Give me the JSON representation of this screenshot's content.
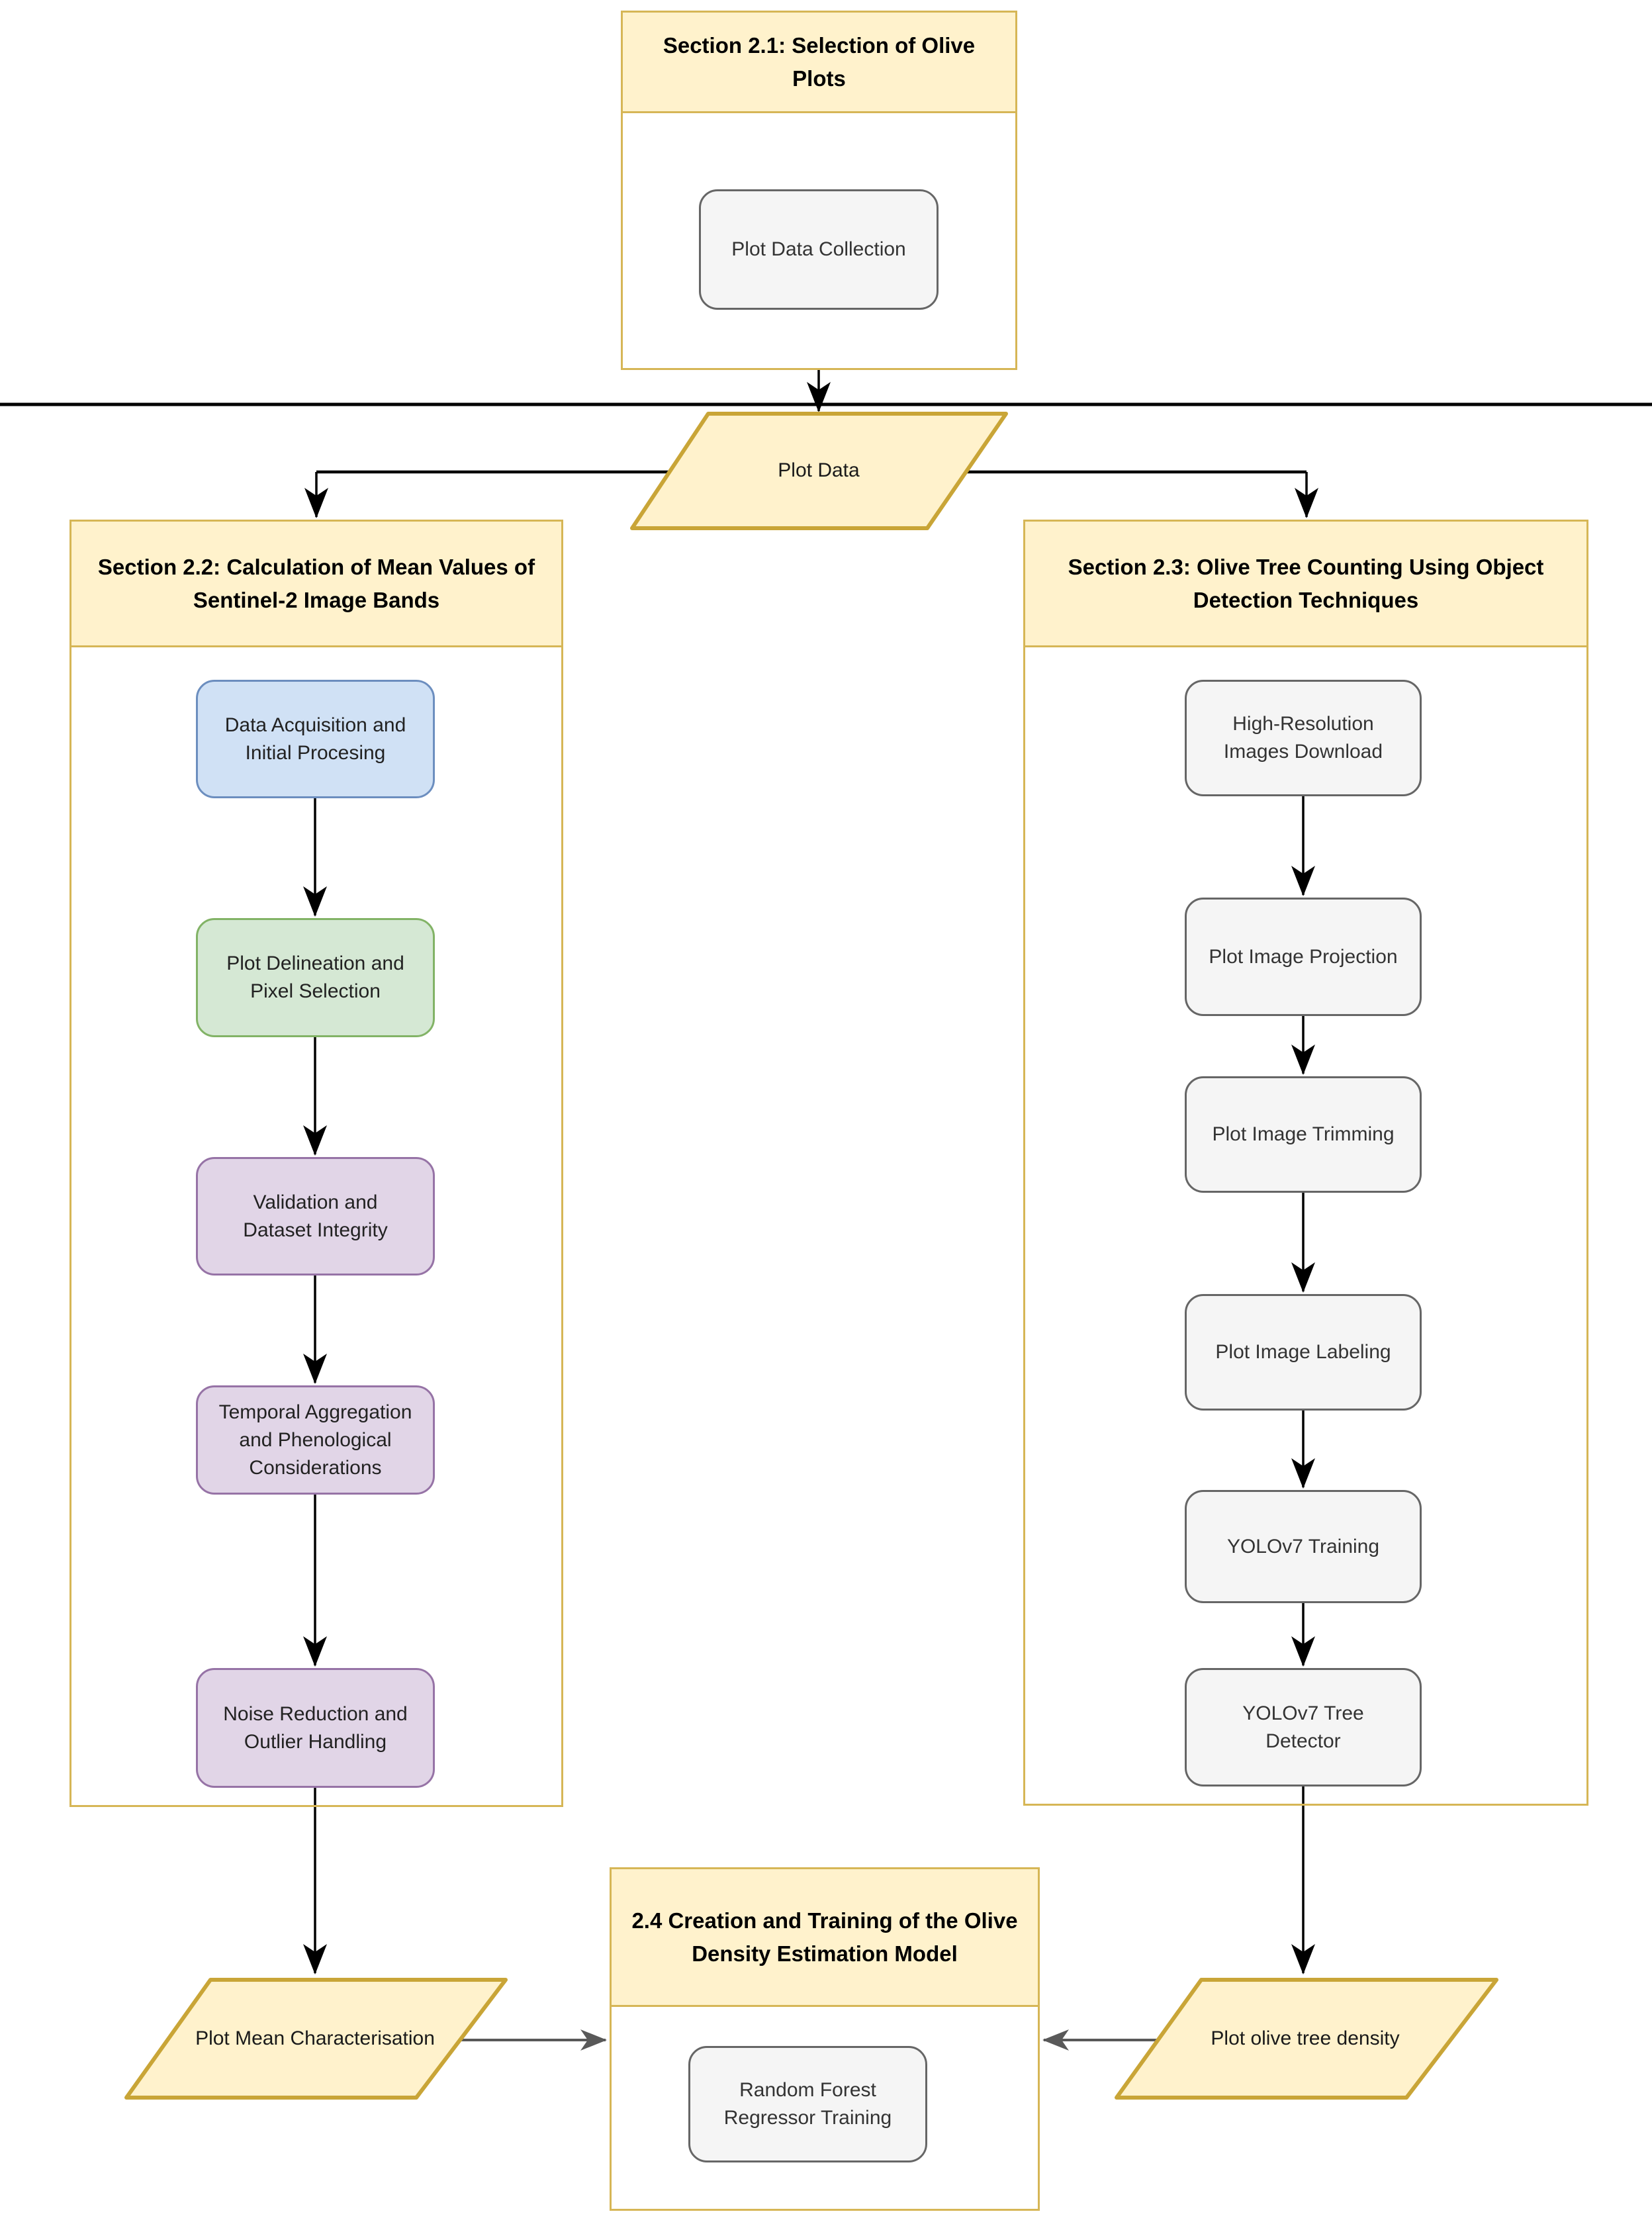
{
  "colors": {
    "yellow_fill": "#FFF2CC",
    "yellow_stroke": "#D6B656",
    "gold_stroke": "#C9A537",
    "gray_fill": "#F5F5F5",
    "gray_stroke": "#666666",
    "blue_fill": "#D0E1F5",
    "blue_stroke": "#6C8EBF",
    "green_fill": "#D5E8D4",
    "green_stroke": "#82B366",
    "purple_fill": "#E1D5E7",
    "purple_stroke": "#9673A6",
    "arrow_black": "#000000",
    "arrow_gray": "#595959"
  },
  "sections": {
    "s21": {
      "title": "Section 2.1: Selection of Olive\nPlots"
    },
    "s22": {
      "title": "Section 2.2: Calculation of Mean Values of\nSentinel-2 Image Bands"
    },
    "s23": {
      "title": "Section 2.3: Olive Tree Counting Using Object\nDetection Techniques"
    },
    "s24": {
      "title": "2.4 Creation and Training of the Olive\nDensity Estimation Model"
    }
  },
  "nodes": {
    "plot_data_collection": {
      "label": "Plot Data Collection"
    },
    "data_acquisition": {
      "label": "Data Acquisition and\nInitial Procesing"
    },
    "plot_delineation": {
      "label": "Plot Delineation and\nPixel Selection"
    },
    "validation": {
      "label": "Validation and\nDataset Integrity"
    },
    "temporal_aggregation": {
      "label": "Temporal Aggregation\nand Phenological\nConsiderations"
    },
    "noise_reduction": {
      "label": "Noise Reduction and\nOutlier Handling"
    },
    "high_resolution": {
      "label": "High-Resolution\nImages Download"
    },
    "image_projection": {
      "label": "Plot Image Projection"
    },
    "image_trimming": {
      "label": "Plot Image Trimming"
    },
    "image_labeling": {
      "label": "Plot Image Labeling"
    },
    "yolov7_training": {
      "label": "YOLOv7 Training"
    },
    "yolov7_detector": {
      "label": "YOLOv7 Tree\nDetector"
    },
    "random_forest": {
      "label": "Random Forest\nRegressor Training"
    }
  },
  "io_shapes": {
    "plot_data": {
      "label": "Plot Data"
    },
    "plot_mean": {
      "label": "Plot Mean Characterisation"
    },
    "plot_density": {
      "label": "Plot olive tree density"
    }
  }
}
